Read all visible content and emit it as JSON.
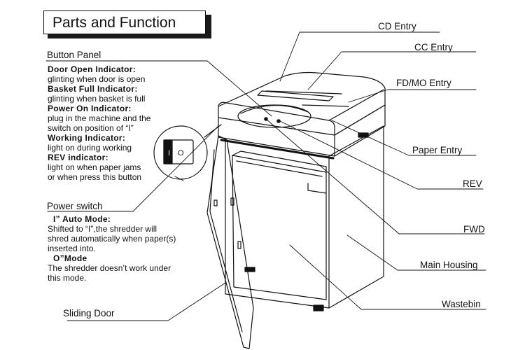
{
  "title": "Parts and Function",
  "labels": {
    "cd_entry": "CD Entry",
    "cc_entry": "CC Entry",
    "fdmo_entry": "FD/MO Entry",
    "paper_entry": "Paper Entry",
    "rev": "REV",
    "fwd": "FWD",
    "main_housing": "Main Housing",
    "wastebin": "Wastebin",
    "button_panel": "Button Panel",
    "power_switch": "Power switch",
    "sliding_door": "Sliding Door"
  },
  "button_panel_items": [
    {
      "heading": "Door Open Indicator:",
      "lines": [
        "glinting when door is open"
      ]
    },
    {
      "heading": "Basket Full Indicator:",
      "lines": [
        "glinting when basket is full"
      ]
    },
    {
      "heading": "Power On Indicator:",
      "lines": [
        "plug in the machine and the",
        "switch on position of “I”"
      ]
    },
    {
      "heading": "Working Indicator:",
      "lines": [
        "light on during working"
      ]
    },
    {
      "heading": "REV indicator:",
      "lines": [
        "light on when paper jams",
        "or when press this button"
      ]
    }
  ],
  "power_switch_modes": {
    "auto_heading": "I” Auto Mode:",
    "auto_lines": [
      "Shifted to “I”,the shredder will",
      "shred automatically when paper(s)",
      "inserted into."
    ],
    "off_heading": "O”Mode",
    "off_lines": [
      "The shredder doesn’t work under",
      "this mode."
    ]
  },
  "switch_glyphs": {
    "on": "I",
    "off": "O"
  }
}
